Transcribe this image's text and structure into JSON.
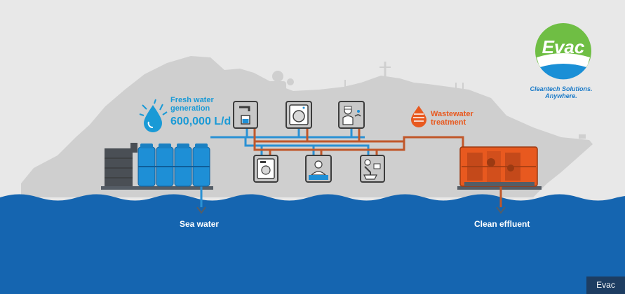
{
  "brand": {
    "logo_text": "Evac",
    "tagline_line1": "Cleantech Solutions.",
    "tagline_line2": "Anywhere.",
    "logo_green": "#6fbe44",
    "logo_blue": "#1a8fd6"
  },
  "labels": {
    "fresh_water_line1": "Fresh water",
    "fresh_water_line2": "generation",
    "fresh_water_rate": "600,000 L/d",
    "wastewater_line1": "Wastewater",
    "wastewater_line2": "treatment",
    "sea_water": "Sea water",
    "clean_effluent": "Clean effluent"
  },
  "credit": "Evac",
  "icons": {
    "upper_row": [
      "faucet-glass-icon",
      "washing-machine-icon",
      "chef-icon"
    ],
    "lower_row": [
      "dishwasher-icon",
      "bather-icon",
      "toilet-icon"
    ],
    "fresh_water": "water-drop-icon",
    "wastewater": "wastewater-drop-icon"
  },
  "colors": {
    "background": "#e8e8e8",
    "ship": "#cfcfcf",
    "sea": "#1565b0",
    "fresh_pipe": "#2a91d4",
    "waste_pipe": "#c0572a",
    "treatment_orange": "#e8591f",
    "tanks": "#1e8fd6"
  }
}
